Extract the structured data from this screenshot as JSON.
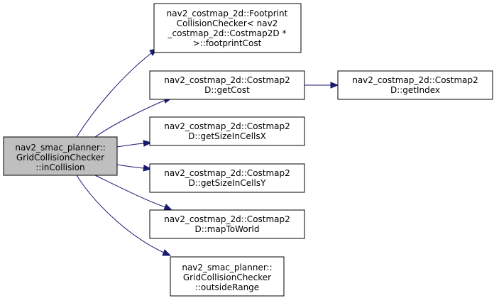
{
  "diagram": {
    "root": {
      "lines": [
        "nav2_smac_planner::",
        "GridCollisionChecker",
        "::inCollision"
      ]
    },
    "callees": [
      {
        "id": "footprintCost",
        "lines": [
          "nav2_costmap_2d::Footprint",
          "CollisionChecker< nav2",
          "_costmap_2d::Costmap2D *",
          ">::footprintCost"
        ]
      },
      {
        "id": "getCost",
        "lines": [
          "nav2_costmap_2d::Costmap2",
          "D::getCost"
        ]
      },
      {
        "id": "getSizeInCellsX",
        "lines": [
          "nav2_costmap_2d::Costmap2",
          "D::getSizeInCellsX"
        ]
      },
      {
        "id": "getSizeInCellsY",
        "lines": [
          "nav2_costmap_2d::Costmap2",
          "D::getSizeInCellsY"
        ]
      },
      {
        "id": "mapToWorld",
        "lines": [
          "nav2_costmap_2d::Costmap2",
          "D::mapToWorld"
        ]
      },
      {
        "id": "outsideRange",
        "lines": [
          "nav2_smac_planner::",
          "GridCollisionChecker",
          "::outsideRange"
        ]
      }
    ],
    "secondary": [
      {
        "id": "getIndex",
        "lines": [
          "nav2_costmap_2d::Costmap2",
          "D::getIndex"
        ]
      }
    ],
    "edges": [
      {
        "from": "inCollision",
        "to": "footprintCost"
      },
      {
        "from": "inCollision",
        "to": "getCost"
      },
      {
        "from": "inCollision",
        "to": "getSizeInCellsX"
      },
      {
        "from": "inCollision",
        "to": "getSizeInCellsY"
      },
      {
        "from": "inCollision",
        "to": "mapToWorld"
      },
      {
        "from": "inCollision",
        "to": "outsideRange"
      },
      {
        "from": "getCost",
        "to": "getIndex"
      }
    ],
    "colors": {
      "edge": "#191970",
      "root_fill": "#bfbfbf",
      "node_fill": "#ffffff",
      "border": "#000000"
    }
  }
}
